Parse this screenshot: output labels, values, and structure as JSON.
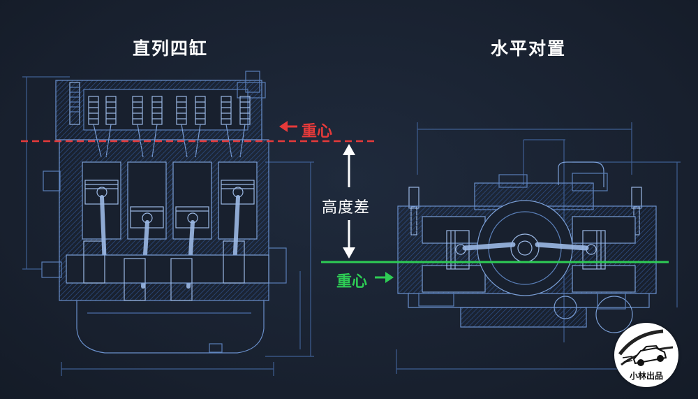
{
  "labels": {
    "inline_four": "直列四缸",
    "flat_opposed": "水平对置",
    "center_of_gravity_high": "重心",
    "center_of_gravity_low": "重心",
    "height_difference": "高度差",
    "badge": "小林出品"
  },
  "colors": {
    "background": "#1b2433",
    "blueprint_line": "#5a7fb8",
    "cg_high": "#e63a3a",
    "cg_low": "#2ecc55",
    "text": "#ffffff"
  },
  "icons": {
    "arrow_left_red": "arrow-left-icon",
    "arrow_right_green": "arrow-right-icon",
    "double_arrow": "double-arrow-vertical-icon",
    "badge_car": "car-icon"
  }
}
